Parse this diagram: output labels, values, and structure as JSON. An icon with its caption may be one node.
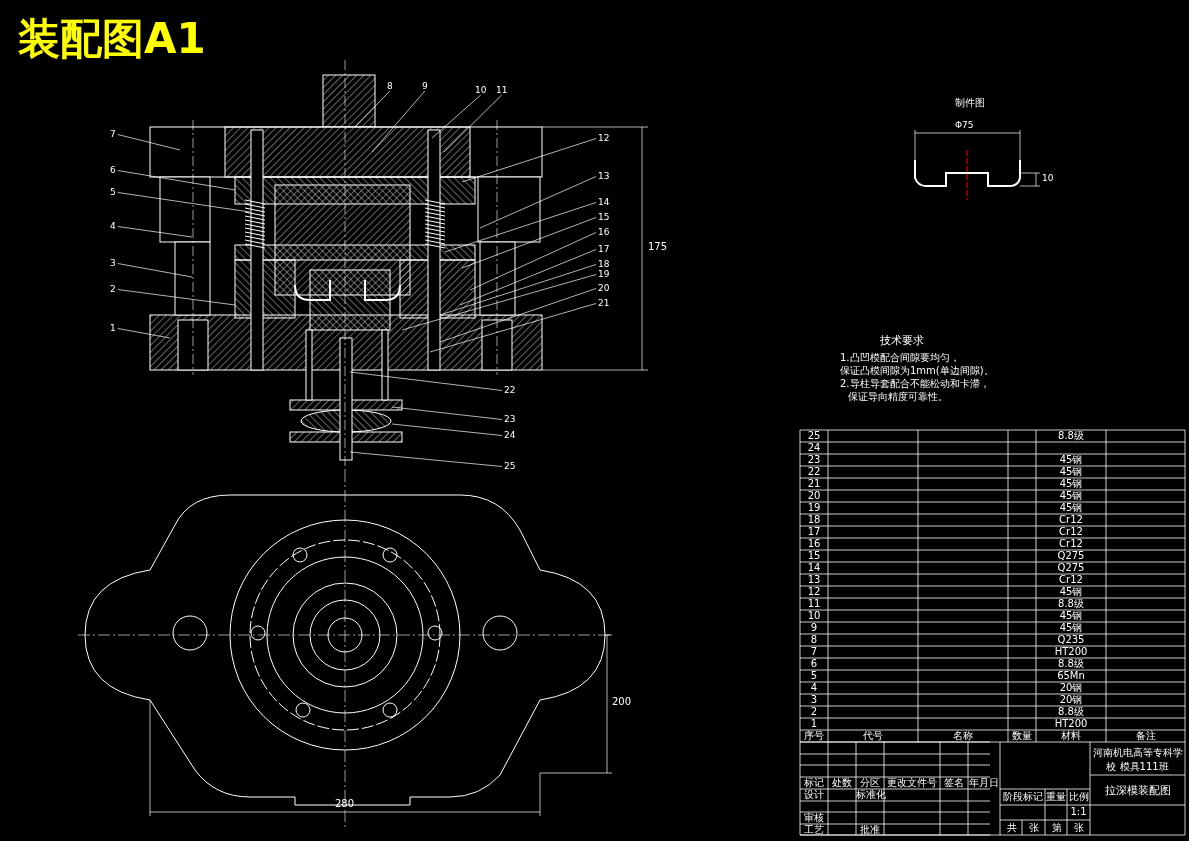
{
  "diagram": {
    "title": "装配图A1",
    "nodes": [
      {
        "text": [
          "7"
        ]
      },
      {
        "text": [
          "6"
        ]
      },
      {
        "text": [
          "5"
        ]
      },
      {
        "text": [
          "4"
        ]
      },
      {
        "text": [
          "3"
        ]
      },
      {
        "text": [
          "2"
        ]
      },
      {
        "text": [
          "1"
        ]
      },
      {
        "text": [
          "8"
        ]
      },
      {
        "text": [
          "9"
        ]
      },
      {
        "text": [
          "10"
        ]
      },
      {
        "text": [
          "11"
        ]
      },
      {
        "text": [
          "12"
        ]
      },
      {
        "text": [
          "13"
        ]
      },
      {
        "text": [
          "14"
        ]
      },
      {
        "text": [
          "15"
        ]
      },
      {
        "text": [
          "16"
        ]
      },
      {
        "text": [
          "17"
        ]
      },
      {
        "text": [
          "18"
        ]
      },
      {
        "text": [
          "19"
        ]
      },
      {
        "text": [
          "20"
        ]
      },
      {
        "text": [
          "21"
        ]
      },
      {
        "text": [
          "22"
        ]
      },
      {
        "text": [
          "23"
        ]
      },
      {
        "text": [
          "24"
        ]
      },
      {
        "text": [
          "25"
        ]
      }
    ],
    "edges": [
      {
        "from": 0,
        "to": null,
        "arrow": "none"
      },
      {
        "from": 1,
        "to": null,
        "arrow": "none"
      },
      {
        "from": 2,
        "to": null,
        "arrow": "none"
      },
      {
        "from": 3,
        "to": null,
        "arrow": "none"
      },
      {
        "from": 4,
        "to": null,
        "arrow": "none"
      },
      {
        "from": 5,
        "to": null,
        "arrow": "none"
      },
      {
        "from": 6,
        "to": null,
        "arrow": "none"
      },
      {
        "from": 7,
        "to": null,
        "arrow": "none"
      },
      {
        "from": 8,
        "to": null,
        "arrow": "none"
      },
      {
        "from": 9,
        "to": null,
        "arrow": "none"
      },
      {
        "from": 10,
        "to": null,
        "arrow": "none"
      },
      {
        "from": 11,
        "to": null,
        "arrow": "none"
      },
      {
        "from": 12,
        "to": null,
        "arrow": "none"
      },
      {
        "from": 13,
        "to": null,
        "arrow": "none"
      },
      {
        "from": 14,
        "to": null,
        "arrow": "none"
      },
      {
        "from": 15,
        "to": null,
        "arrow": "none"
      },
      {
        "from": 16,
        "to": null,
        "arrow": "none"
      },
      {
        "from": 17,
        "to": null,
        "arrow": "none"
      },
      {
        "from": 18,
        "to": null,
        "arrow": "none"
      },
      {
        "from": 19,
        "to": null,
        "arrow": "none"
      },
      {
        "from": 20,
        "to": null,
        "arrow": "none"
      },
      {
        "from": 21,
        "to": null,
        "arrow": "none"
      },
      {
        "from": 22,
        "to": null,
        "arrow": "none"
      },
      {
        "from": 23,
        "to": null,
        "arrow": "none"
      },
      {
        "from": 24,
        "to": null,
        "arrow": "none"
      }
    ],
    "labels": [
      "制件图",
      "Φ75",
      "10",
      "技术要求",
      "1.凸凹模配合间隙要均匀，",
      "保证凸模间隙为1mm(单边间隙)。",
      "2.导柱导套配合不能松动和卡滞，",
      "保证导向精度可靠性。",
      "175",
      "200",
      "280",
      "25",
      "8.8级",
      "24",
      "23",
      "45钢",
      "22",
      "45钢",
      "21",
      "45钢",
      "20",
      "45钢",
      "19",
      "45钢",
      "18",
      "Cr12",
      "17",
      "Cr12",
      "16",
      "Cr12",
      "15",
      "Q275",
      "14",
      "Q275",
      "13",
      "Cr12",
      "12",
      "45钢",
      "11",
      "8.8级",
      "10",
      "45钢",
      "9",
      "45钢",
      "8",
      "Q235",
      "7",
      "HT200",
      "6",
      "8.8级",
      "5",
      "65Mn",
      "4",
      "20钢",
      "3",
      "20钢",
      "2",
      "8.8级",
      "1",
      "HT200",
      "序号",
      "代号",
      "名称",
      "数量",
      "材料",
      "备注",
      "河南机电高等专科学校 模具111班",
      "拉深模装配图",
      "标记",
      "处数",
      "分区",
      "更改文件号",
      "签名",
      "年月日",
      "设计",
      "标准化",
      "审核",
      "工艺",
      "批准",
      "阶段标记",
      "重量",
      "比例",
      "1:1",
      "共",
      "张",
      "第",
      "张"
    ]
  }
}
